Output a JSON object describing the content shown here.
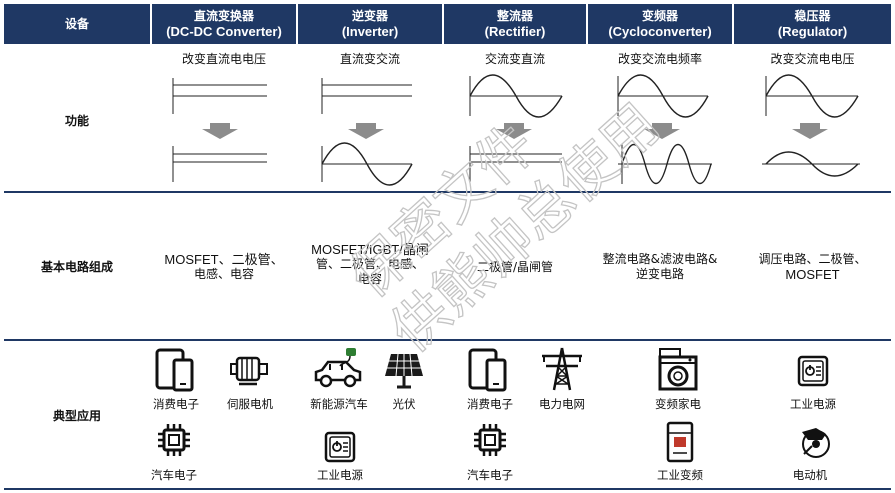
{
  "header": {
    "col0": "设备",
    "col1_zh": "直流变换器",
    "col1_en": "(DC-DC Converter)",
    "col2_zh": "逆变器",
    "col2_en": "(Inverter)",
    "col3_zh": "整流器",
    "col3_en": "(Rectifier)",
    "col4_zh": "变频器",
    "col4_en": "(Cycloconverter)",
    "col5_zh": "稳压器",
    "col5_en": "(Regulator)"
  },
  "rows": {
    "function_label": "功能",
    "circuit_label": "基本电路组成",
    "application_label": "典型应用"
  },
  "functions": {
    "dcdc": "改变直流电电压",
    "inverter": "直流变交流",
    "rectifier": "交流变直流",
    "cyclo": "改变交流电频率",
    "regulator": "改变交流电电压"
  },
  "circuits": {
    "dcdc_l1": "MOSFET、二极管、",
    "dcdc_l2": "电感、电容",
    "inverter_l1": "MOSFET/IGBT/晶闸",
    "inverter_l2": "管、二极管、电感、",
    "inverter_l3": "电容",
    "rectifier": "二极管/晶闸管",
    "cyclo_l1": "整流电路&滤波电路&",
    "cyclo_l2": "逆变电路",
    "regulator_l1": "调压电路、二极管、",
    "regulator_l2": "MOSFET"
  },
  "applications": {
    "a1": "消费电子",
    "a2": "伺服电机",
    "a3": "新能源汽车",
    "a4": "光伏",
    "a5": "消费电子",
    "a6": "电力电网",
    "a7": "变频家电",
    "a8": "工业电源",
    "a9": "汽车电子",
    "a10": "工业电源",
    "a11": "汽车电子",
    "a12": "工业变频",
    "a13": "电动机"
  },
  "watermark": {
    "line1": "保密文件",
    "line2": "供熊帅总使用"
  },
  "colors": {
    "header_bg": "#1f3864",
    "arrow": "#8c8c8c",
    "watermark": "#c8c8c8"
  }
}
